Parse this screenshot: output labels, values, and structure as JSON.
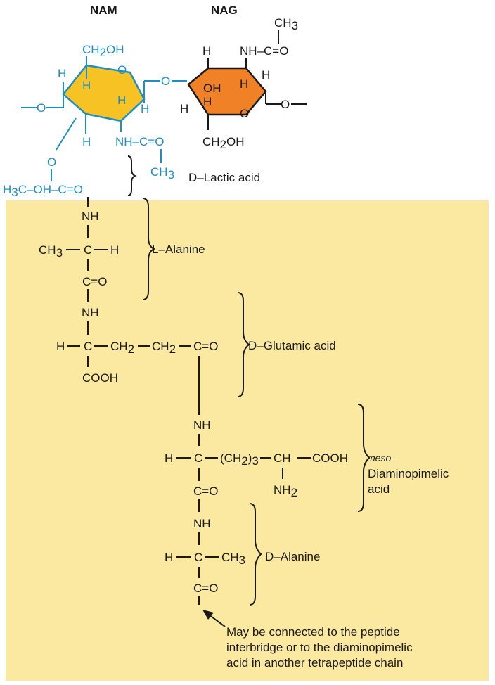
{
  "headers": {
    "nam": "NAM",
    "nag": "NAG"
  },
  "colors": {
    "nam_blue": "#1e8fc4",
    "nam_ring": "#f7c224",
    "nag_ring": "#f08127",
    "peptide_bg": "#fbe9a2",
    "black": "#1a1a1a"
  },
  "nam": {
    "ch2oh_main": "CH",
    "ch2oh_sub": "2",
    "ch2oh_tail": "OH",
    "h": "H",
    "o": "O",
    "o_link": "O",
    "left_bond": "–O–",
    "nh_co": "NH–C=O",
    "ch3": "CH",
    "ch3_sub": "3",
    "o_lactyl": "O",
    "h3c": "H",
    "h3c_sub": "3",
    "h3c_tail": "C–OH–C=O"
  },
  "nag": {
    "ch3": "CH",
    "ch3_sub": "3",
    "nh_co": "NH–C=O",
    "h": "H",
    "oh": "OH",
    "o": "O",
    "ch2oh_main": "CH",
    "ch2oh_sub": "2",
    "ch2oh_tail": "OH",
    "right_bond": "–O–"
  },
  "labels": {
    "lactic": "D–Lactic acid",
    "lalanine": "L–Alanine",
    "glutamic": "D–Glutamic acid",
    "meso": "meso–",
    "dap1": "Diaminopimelic",
    "dap2": "acid",
    "dalanine": "D–Alanine"
  },
  "peptide": {
    "nh": "NH",
    "c": "C",
    "h": "H",
    "co": "C=O",
    "cooh": "COOH",
    "ch3": "CH",
    "ch3_sub": "3",
    "ch2": "CH",
    "ch2_sub": "2",
    "ch2_3": "(CH",
    "ch2_3_sub": "2",
    "ch2_3_tail": ")",
    "ch2_3_n": "3",
    "ch": "CH",
    "nh2": "NH",
    "nh2_sub": "2"
  },
  "note": {
    "line1": "May be connected to the peptide",
    "line2": "interbridge or to the diaminopimelic",
    "line3": "acid in another tetrapeptide chain"
  }
}
